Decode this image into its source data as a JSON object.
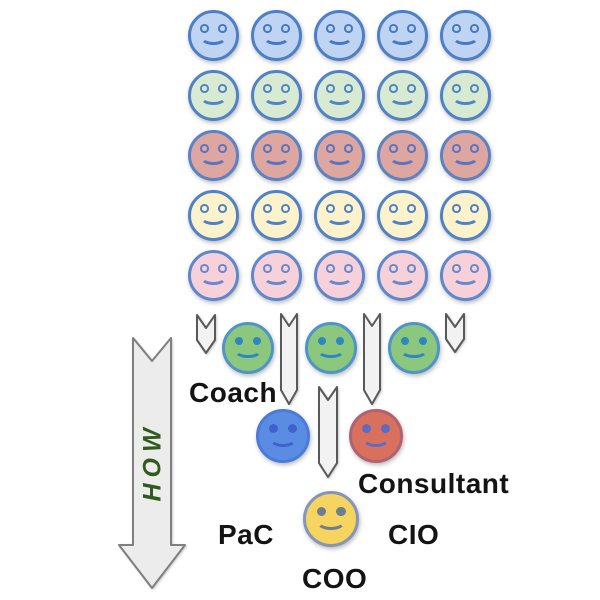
{
  "diagram": {
    "how_arrow": {
      "label": "HOW",
      "text_color": "#2f5c1d",
      "fill": "#ececec",
      "stroke": "#7f7f7f"
    },
    "down_arrow": {
      "fill": "#f2f2f2",
      "stroke": "#58595b"
    },
    "audience_grid": {
      "rows": [
        {
          "name": "blue",
          "count": 5,
          "fill": "#bed4f2",
          "border": "#4d7fc7",
          "features": "#4679c4",
          "eye": "ring"
        },
        {
          "name": "green",
          "count": 5,
          "fill": "#d9ead3",
          "border": "#5082c5",
          "features": "#4f86c6",
          "eye": "ring"
        },
        {
          "name": "salmon",
          "count": 5,
          "fill": "#dda6a1",
          "border": "#5a82c4",
          "features": "#5c74c0",
          "eye": "ring"
        },
        {
          "name": "cream",
          "count": 5,
          "fill": "#fcf3cd",
          "border": "#5082c5",
          "features": "#4f82c4",
          "eye": "ring"
        },
        {
          "name": "pink",
          "count": 5,
          "fill": "#f7d1da",
          "border": "#5e87cc",
          "features": "#6a88cc",
          "eye": "ring"
        }
      ]
    },
    "roles": {
      "coach": {
        "label": "Coach",
        "count": 3,
        "fill": "#8bc87e",
        "border": "#4f94c9",
        "features": "#2f86c2",
        "eye": "dot"
      },
      "pac": {
        "label": "PaC",
        "fill": "#5a8ce4",
        "border": "#4a7bd8",
        "features": "#3f63cd",
        "eye": "dot"
      },
      "consultant": {
        "label": "Consultant",
        "fill": "#d8705d",
        "border": "#af6370",
        "features": "#5f6ac2",
        "eye": "dot"
      },
      "cio": {
        "label": "CIO",
        "fill": "#f6d45f",
        "border": "#8496b8",
        "features": "#6d7d92",
        "eye": "dot"
      },
      "coo": {
        "label": "COO"
      }
    }
  }
}
